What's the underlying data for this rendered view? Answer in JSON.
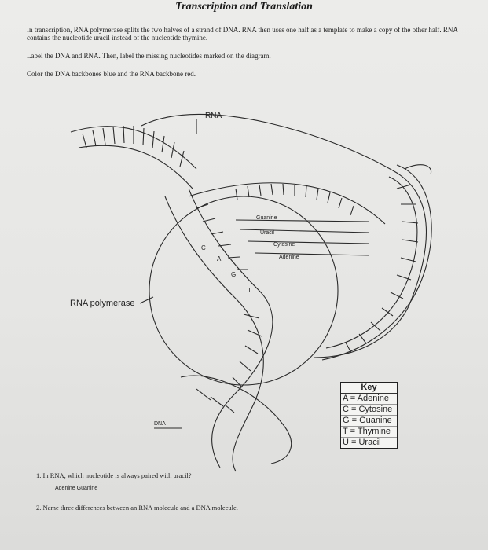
{
  "title": "Transcription and Translation",
  "intro": "In transcription, RNA polymerase splits the two halves of a strand of DNA. RNA then uses one half as a template to make a copy of the other half. RNA contains the nucleotide uracil instead of the nucleotide thymine.",
  "instructions": [
    "Label the DNA and RNA. Then, label the missing nucleotides marked on the diagram.",
    "Color the DNA backbones blue and the RNA backbone red."
  ],
  "diagram": {
    "label_rna": "RNA",
    "label_dna": "DNA",
    "label_polymerase": "RNA polymerase",
    "callouts": [
      "Guanine",
      "Uracil",
      "Cytosine",
      "Adenine"
    ],
    "base_letters": [
      "C",
      "A",
      "G",
      "T"
    ]
  },
  "key": {
    "title": "Key",
    "rows": [
      "A = Adenine",
      "C = Cytosine",
      "G = Guanine",
      "T = Thymine",
      "U = Uracil"
    ]
  },
  "questions": [
    {
      "number": "1.",
      "text": "In RNA, which nucleotide is always paired with uracil?",
      "answer": "Adenine Guanine"
    },
    {
      "number": "2.",
      "text": "Name three differences between an RNA molecule and a DNA molecule."
    }
  ]
}
